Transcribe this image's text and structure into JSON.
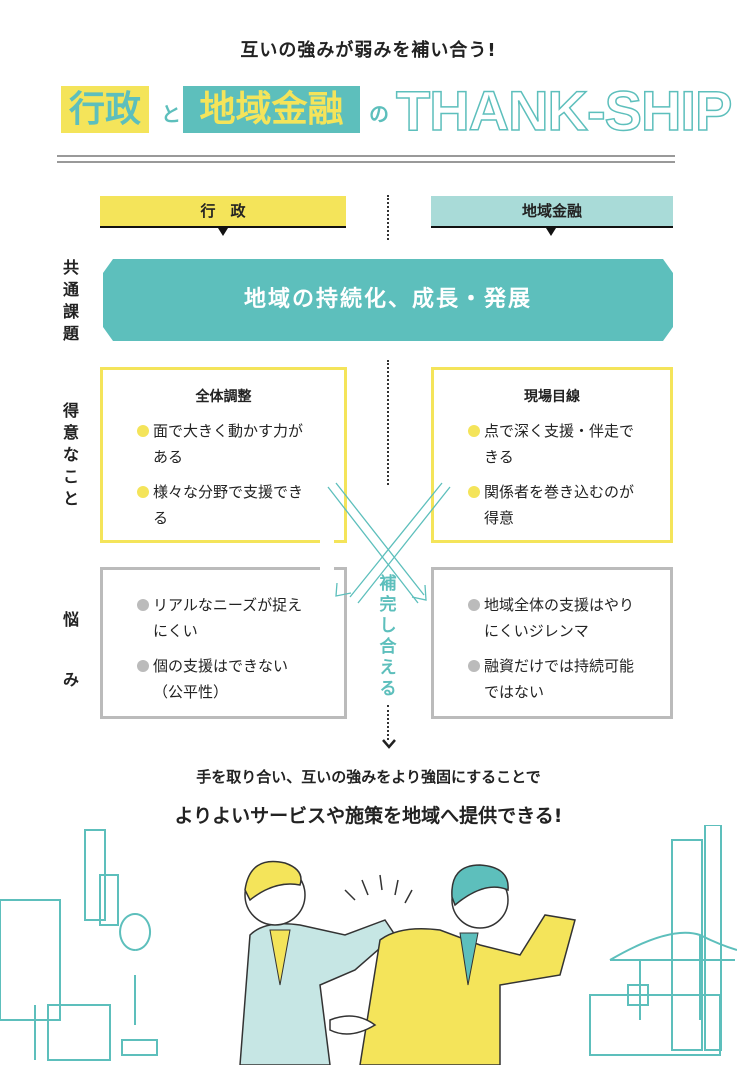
{
  "subtitle": "互いの強みが弱みを補い合う!",
  "title": {
    "part1": "行政",
    "conj1": "と",
    "part2": "地域金融",
    "conj2": "の",
    "part3": "THANK-SHIP"
  },
  "columns": {
    "left": "行　政",
    "right": "地域金融"
  },
  "row_labels": {
    "common": "共通課題",
    "strengths": "得意なこと",
    "worries": "悩み"
  },
  "common_issue": "地域の持続化、成長・発展",
  "strengths": {
    "left": {
      "title": "全体調整",
      "items": [
        "面で大きく動かす力がある",
        "様々な分野で支援できる"
      ]
    },
    "right": {
      "title": "現場目線",
      "items": [
        "点で深く支援・伴走できる",
        "関係者を巻き込むのが得意"
      ]
    }
  },
  "worries": {
    "left": {
      "items": [
        "リアルなニーズが捉えにくい",
        "個の支援はできない（公平性）"
      ]
    },
    "right": {
      "items": [
        "地域全体の支援はやりにくいジレンマ",
        "融資だけでは持続可能ではない"
      ]
    }
  },
  "complement_label": "補完し合える",
  "conclusion": {
    "line1": "手を取り合い、互いの強みをより強固にすることで",
    "line2": "よりよいサービスや施策を地域へ提供できる!"
  },
  "colors": {
    "yellow": "#f4e45a",
    "teal": "#5dbfbc",
    "light_teal": "#a9dbd8",
    "gray": "#bbbbbb"
  }
}
